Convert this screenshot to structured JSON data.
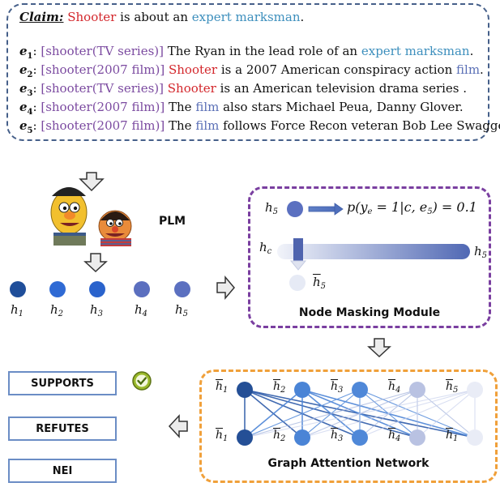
{
  "claim": {
    "label": "Claim:",
    "subject": "Shooter",
    "mid": " is about an ",
    "object": "expert marksman",
    "end": "."
  },
  "evidence": [
    {
      "e": "e",
      "sub": "1",
      "tag": "[shooter(TV series)]",
      "parts": [
        {
          "t": " The Ryan in the lead role of an ",
          "c": ""
        },
        {
          "t": "expert marksman",
          "c": "blue"
        },
        {
          "t": ".",
          "c": ""
        }
      ]
    },
    {
      "e": "e",
      "sub": "2",
      "tag": "[shooter(2007 film)]",
      "parts": [
        {
          "t": " ",
          "c": ""
        },
        {
          "t": "Shooter",
          "c": "red"
        },
        {
          "t": " is a 2007 American conspiracy action ",
          "c": ""
        },
        {
          "t": "film",
          "c": "filmblue"
        },
        {
          "t": ".",
          "c": ""
        }
      ]
    },
    {
      "e": "e",
      "sub": "3",
      "tag": "[shooter(TV series)]",
      "parts": [
        {
          "t": " ",
          "c": ""
        },
        {
          "t": "Shooter",
          "c": "red"
        },
        {
          "t": " is an American television drama series .",
          "c": ""
        }
      ]
    },
    {
      "e": "e",
      "sub": "4",
      "tag": "[shooter(2007 film)]",
      "parts": [
        {
          "t": " The ",
          "c": ""
        },
        {
          "t": "film",
          "c": "filmblue"
        },
        {
          "t": " also stars Michael Peua, Danny Glover.",
          "c": ""
        }
      ]
    },
    {
      "e": "e",
      "sub": "5",
      "tag": "[shooter(2007 film)]",
      "parts": [
        {
          "t": " The ",
          "c": ""
        },
        {
          "t": "film",
          "c": "filmblue"
        },
        {
          "t": " follows Force Recon veteran Bob Lee Swagger.",
          "c": ""
        }
      ]
    }
  ],
  "plm_label": "PLM",
  "hidden_nodes": [
    {
      "name": "h",
      "sub": "1",
      "color": "#1f4e9a"
    },
    {
      "name": "h",
      "sub": "2",
      "color": "#2f6ad4"
    },
    {
      "name": "h",
      "sub": "3",
      "color": "#2a63cc"
    },
    {
      "name": "h",
      "sub": "4",
      "color": "#5b6fbf"
    },
    {
      "name": "h",
      "sub": "5",
      "color": "#5b70c0"
    }
  ],
  "masking": {
    "title": "Node Masking Module",
    "h5": "h",
    "h5_sub": "5",
    "prob": "p(y",
    "prob_sub": "e",
    "prob_rest": " = 1|c, e",
    "prob_sub2": "5",
    "prob_end": ") = 0.1",
    "hc": "h",
    "hc_sub": "c",
    "h5_right": "h",
    "h5_right_sub": "5",
    "masked": "h",
    "masked_sub": "5"
  },
  "gat": {
    "title": "Graph Attention Network",
    "top_labels": [
      {
        "t": "h",
        "s": "1"
      },
      {
        "t": "h",
        "s": "2"
      },
      {
        "t": "h",
        "s": "3"
      },
      {
        "t": "h",
        "s": "4"
      },
      {
        "t": "h",
        "s": "5"
      }
    ],
    "bottom_labels": [
      {
        "t": "h",
        "s": "1"
      },
      {
        "t": "h",
        "s": "2"
      },
      {
        "t": "h",
        "s": "3"
      },
      {
        "t": "h",
        "s": "4"
      },
      {
        "t": "h",
        "s": "1"
      }
    ],
    "colors": [
      "#244f96",
      "#4a84d6",
      "#4f88d8",
      "#b9c2e2",
      "#e9ecf6",
      "#e9ecf6"
    ]
  },
  "outputs": {
    "supports": "SUPPORTS",
    "refutes": "REFUTES",
    "nei": "NEI"
  }
}
